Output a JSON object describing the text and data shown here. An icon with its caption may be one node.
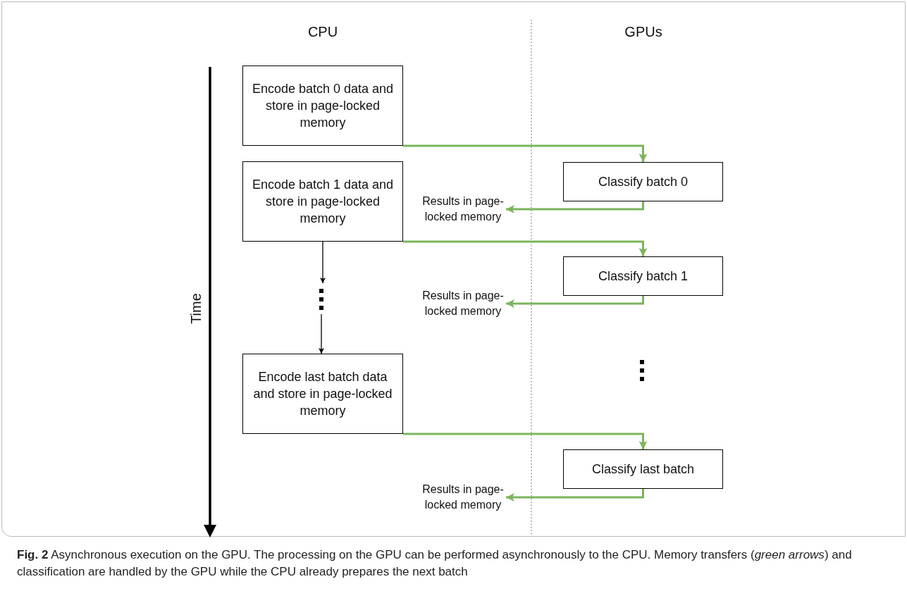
{
  "diagram": {
    "caption": "**Fig. 2** Asynchronous execution on the GPU. The processing on the GPU can be performed asynchronously to the CPU. Memory transfers (*green arrows*) and classification are handled by the GPU while the CPU already prepares the next batch",
    "nodes": [
      {
        "text": [
          "Encode batch 0 data and store in page-locked memory"
        ]
      },
      {
        "text": [
          "Encode batch 1 data and store in page-locked memory"
        ]
      },
      {
        "text": [
          "Classify batch 0"
        ]
      },
      {
        "text": [
          "Results in page-locked memory"
        ]
      },
      {
        "text": [
          "Classify batch 1"
        ]
      },
      {
        "text": [
          "Results in page-locked memory"
        ]
      },
      {
        "text": [],
        "shape": "ellipsis"
      },
      {
        "text": [
          "Encode last batch data and store in page-locked memory"
        ]
      },
      {
        "text": [
          "Classify last batch"
        ]
      },
      {
        "text": [
          "Results in page-locked memory"
        ]
      }
    ],
    "edges": [
      {
        "from": 0,
        "to": 2,
        "arrow": "to"
      },
      {
        "from": 2,
        "to": 3,
        "arrow": "to"
      },
      {
        "from": 1,
        "to": 4,
        "arrow": "to"
      },
      {
        "from": 4,
        "to": 5,
        "arrow": "to"
      },
      {
        "from": 1,
        "to": 6,
        "arrow": "to",
        "color": "#000000"
      },
      {
        "from": 6,
        "to": 7,
        "arrow": "to",
        "color": "#000000"
      },
      {
        "from": 7,
        "to": 8,
        "arrow": "to"
      },
      {
        "from": 8,
        "to": 9,
        "arrow": "to"
      }
    ],
    "labels": [
      "CPU",
      "GPUs",
      "Time"
    ]
  }
}
